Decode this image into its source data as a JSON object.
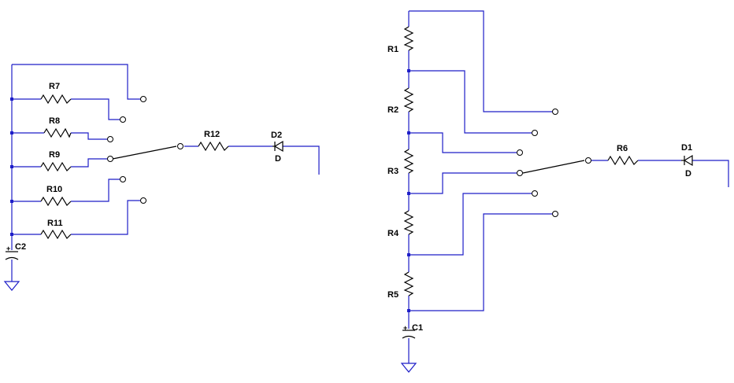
{
  "left_circuit": {
    "resistors": [
      "R7",
      "R8",
      "R9",
      "R10",
      "R11"
    ],
    "series_resistor": "R12",
    "diode": {
      "name": "D2",
      "type": "D"
    },
    "capacitor": {
      "name": "C2",
      "polarity": "+"
    }
  },
  "right_circuit": {
    "resistors": [
      "R1",
      "R2",
      "R3",
      "R4",
      "R5"
    ],
    "series_resistor": "R6",
    "diode": {
      "name": "D1",
      "type": "D"
    },
    "capacitor": {
      "name": "C1",
      "polarity": "+"
    }
  }
}
